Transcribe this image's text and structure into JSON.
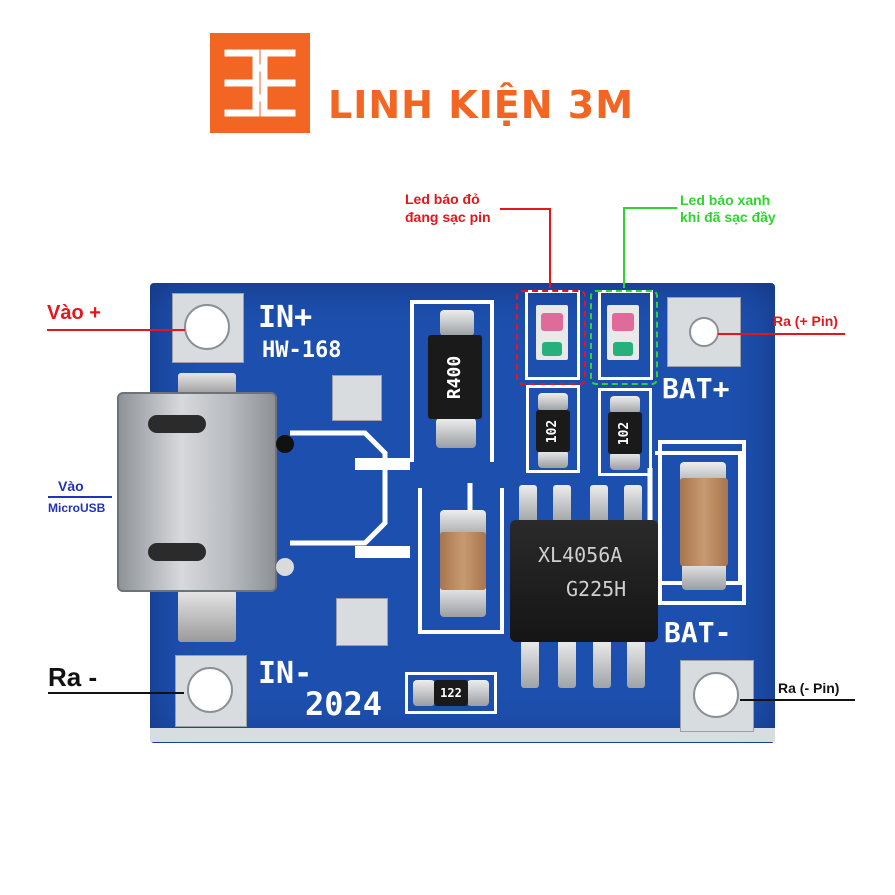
{
  "logo": {
    "text": "LINH KIỆN 3M",
    "brand_color": "#f26522"
  },
  "board": {
    "silkscreen": {
      "in_plus": "IN+",
      "model": "HW-168",
      "in_minus": "IN-",
      "year": "2024",
      "bat_plus": "BAT+",
      "bat_minus": "BAT-"
    },
    "components": {
      "resistor_main": "R400",
      "resistor_led_red": "102",
      "resistor_led_green": "102",
      "resistor_small": "122",
      "ic_line1": "XL4056A",
      "ic_line2": "G225H"
    },
    "color": "#1d4fae"
  },
  "annotations": {
    "red_led": [
      "Led báo đỏ",
      "đang sạc pin"
    ],
    "green_led": [
      "Led báo xanh",
      "khi đã sạc đầy"
    ],
    "in_plus": "Vào +",
    "usb_in": [
      "Vào",
      "MicroUSB"
    ],
    "out_minus": "Ra -",
    "bat_plus_out": "Ra (+ Pin)",
    "bat_minus_out": "Ra (- Pin)",
    "colors": {
      "red": "#e8141b",
      "green": "#2ed52e",
      "blue": "#2233bb",
      "black": "#111111"
    }
  }
}
